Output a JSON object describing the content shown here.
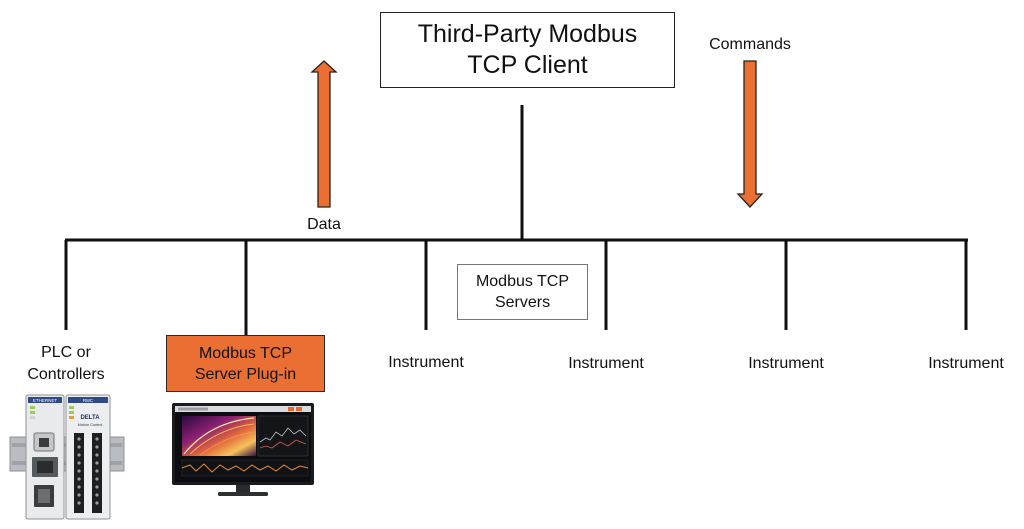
{
  "client": {
    "line1": "Third-Party Modbus",
    "line2": "TCP Client"
  },
  "flows": {
    "data_label": "Data",
    "commands_label": "Commands"
  },
  "servers": {
    "line1": "Modbus TCP",
    "line2": "Servers"
  },
  "devices": {
    "plc_line1": "PLC or",
    "plc_line2": "Controllers",
    "plugin_line1": "Modbus TCP",
    "plugin_line2": "Server Plug-in",
    "instruments": [
      "Instrument",
      "Instrument",
      "Instrument",
      "Instrument"
    ]
  },
  "controller_panel": {
    "left_header": "ETHERNET",
    "right_header": "RMC",
    "brand": "DELTA",
    "title": "Motion Control"
  },
  "colors": {
    "arrow_fill": "#eb6f32",
    "plugin_fill": "#eb6f32",
    "line": "#111111"
  },
  "icons": {
    "controller": "plc-controller-image",
    "monitor": "computer-monitor-image"
  }
}
